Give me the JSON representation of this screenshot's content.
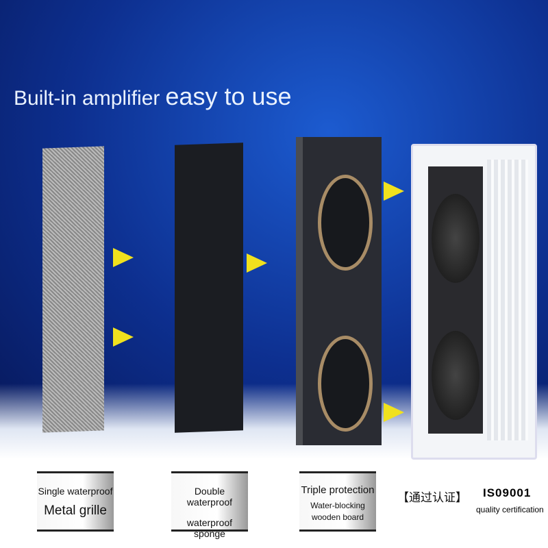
{
  "headline": {
    "part1": "Built-in amplifier",
    "part2": "easy to use"
  },
  "colors": {
    "background": "#0d2f8f",
    "arrow": "#f0e11e"
  },
  "labels": [
    {
      "line1": "Single waterproof",
      "line2": "Metal grille"
    },
    {
      "line1": "Double waterproof",
      "line2": "waterproof sponge"
    },
    {
      "line1": "Triple protection",
      "line2": "Water-blocking",
      "line3": "wooden board"
    }
  ],
  "certification": {
    "bracket_text": "【通过认证】",
    "iso": "IS09001",
    "subtitle": "quality certification"
  }
}
